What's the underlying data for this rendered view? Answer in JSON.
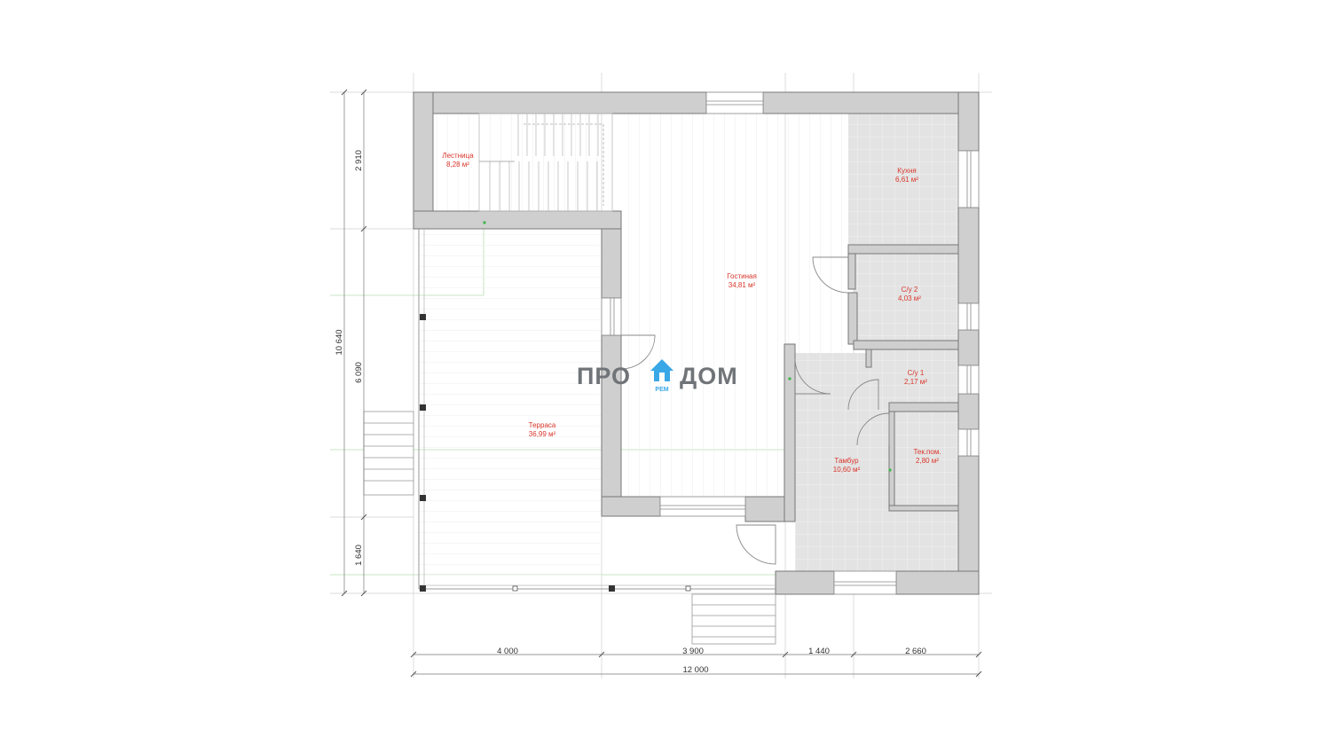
{
  "rooms": [
    {
      "id": "stairs",
      "name": "Лестница",
      "area": "8,28 м²"
    },
    {
      "id": "kitchen",
      "name": "Кухня",
      "area": "6,61 м²"
    },
    {
      "id": "living",
      "name": "Гостиная",
      "area": "34,81 м²"
    },
    {
      "id": "wc2",
      "name": "С/у 2",
      "area": "4,03 м²"
    },
    {
      "id": "wc1",
      "name": "С/у 1",
      "area": "2,17 м²"
    },
    {
      "id": "terrace",
      "name": "Терраса",
      "area": "36,99 м²"
    },
    {
      "id": "vestibule",
      "name": "Тамбур",
      "area": "10,60 м²"
    },
    {
      "id": "tech",
      "name": "Тек.пом.",
      "area": "2,80 м²"
    }
  ],
  "dimensions": {
    "bottom": [
      "4 000",
      "3 900",
      "1 440",
      "2 660"
    ],
    "bottom_total": "12 000",
    "left": [
      "2 910",
      "6 090",
      "1 640"
    ],
    "left_total": "10 640"
  },
  "logo": {
    "left": "ПРО",
    "right": "ДОМ",
    "sub": "РЕМ"
  },
  "colors": {
    "wall": "#cfcfcf",
    "wall_stroke": "#777777",
    "label": "#d9362b",
    "tile": "#e2e2e2",
    "logo_blue": "#3aa7e6"
  }
}
